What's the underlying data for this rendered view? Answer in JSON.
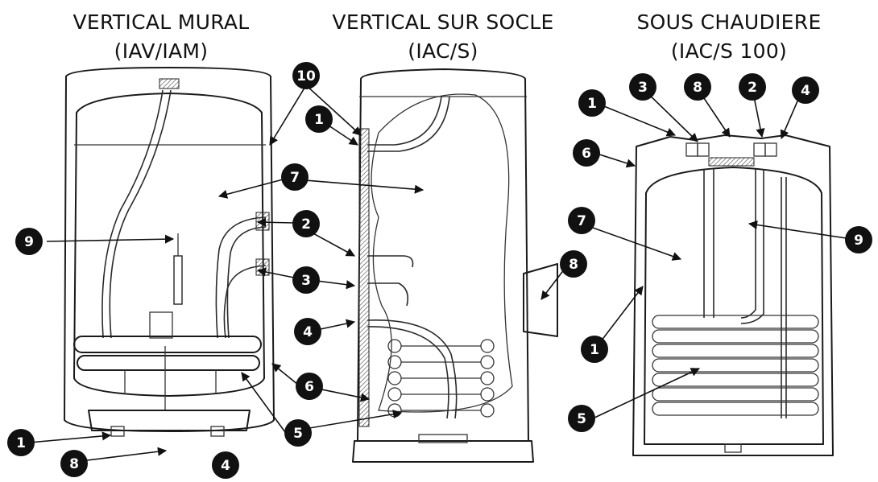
{
  "panels": [
    {
      "id": "mural",
      "title_line1": "VERTICAL MURAL",
      "title_line2": "(IAV/IAM)"
    },
    {
      "id": "socle",
      "title_line1": "VERTICAL SUR SOCLE",
      "title_line2": "(IAC/S)"
    },
    {
      "id": "chaudiere",
      "title_line1": "SOUS CHAUDIERE",
      "title_line2": "(IAC/S 100)"
    }
  ],
  "callouts": {
    "mural": [
      "10",
      "9",
      "7",
      "2",
      "3",
      "6",
      "5",
      "1",
      "8",
      "4"
    ],
    "socle": [
      "1",
      "7",
      "2",
      "3",
      "4",
      "6",
      "5",
      "8"
    ],
    "chaudiere": [
      "1",
      "3",
      "8",
      "2",
      "4",
      "6",
      "7",
      "9",
      "1",
      "5"
    ]
  },
  "colors": {
    "badge": "#111111",
    "line": "#1a1a1a",
    "background": "#ffffff"
  }
}
